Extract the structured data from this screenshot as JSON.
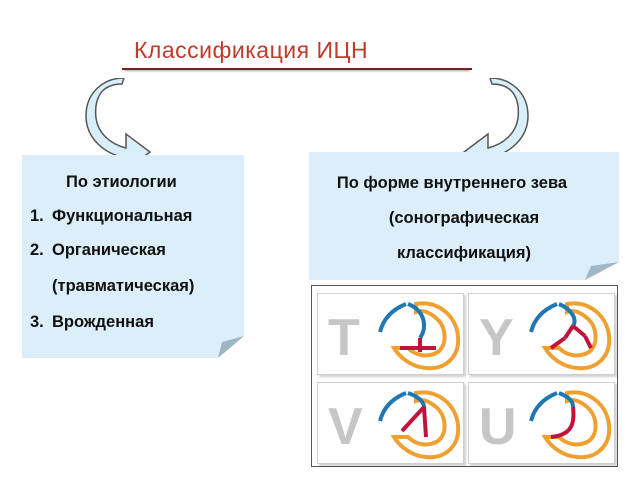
{
  "title": "Классификация ИЦН",
  "left_card": {
    "heading": "По этиологии",
    "items": [
      {
        "num": "1.",
        "text": "Функциональная"
      },
      {
        "num": "2.",
        "text": "Органическая"
      },
      {
        "cont": "(травматическая)"
      },
      {
        "num": "3.",
        "text": "Врожденная"
      }
    ]
  },
  "right_card": {
    "lines": [
      "По форме внутреннего зева",
      "(сонографическая",
      "классификация)"
    ]
  },
  "tiles": [
    {
      "letter": "T",
      "shape": "T"
    },
    {
      "letter": "Y",
      "shape": "Y"
    },
    {
      "letter": "V",
      "shape": "V"
    },
    {
      "letter": "U",
      "shape": "U"
    }
  ],
  "colors": {
    "title": "#c0392b",
    "card_fill": "#dbeefa",
    "arrow_fill": "#d8eef8",
    "shape_blue": "#1f77b4",
    "shape_red": "#c0143c",
    "shape_orange": "#f0a030",
    "letter_gray": "#c6c6c6"
  }
}
